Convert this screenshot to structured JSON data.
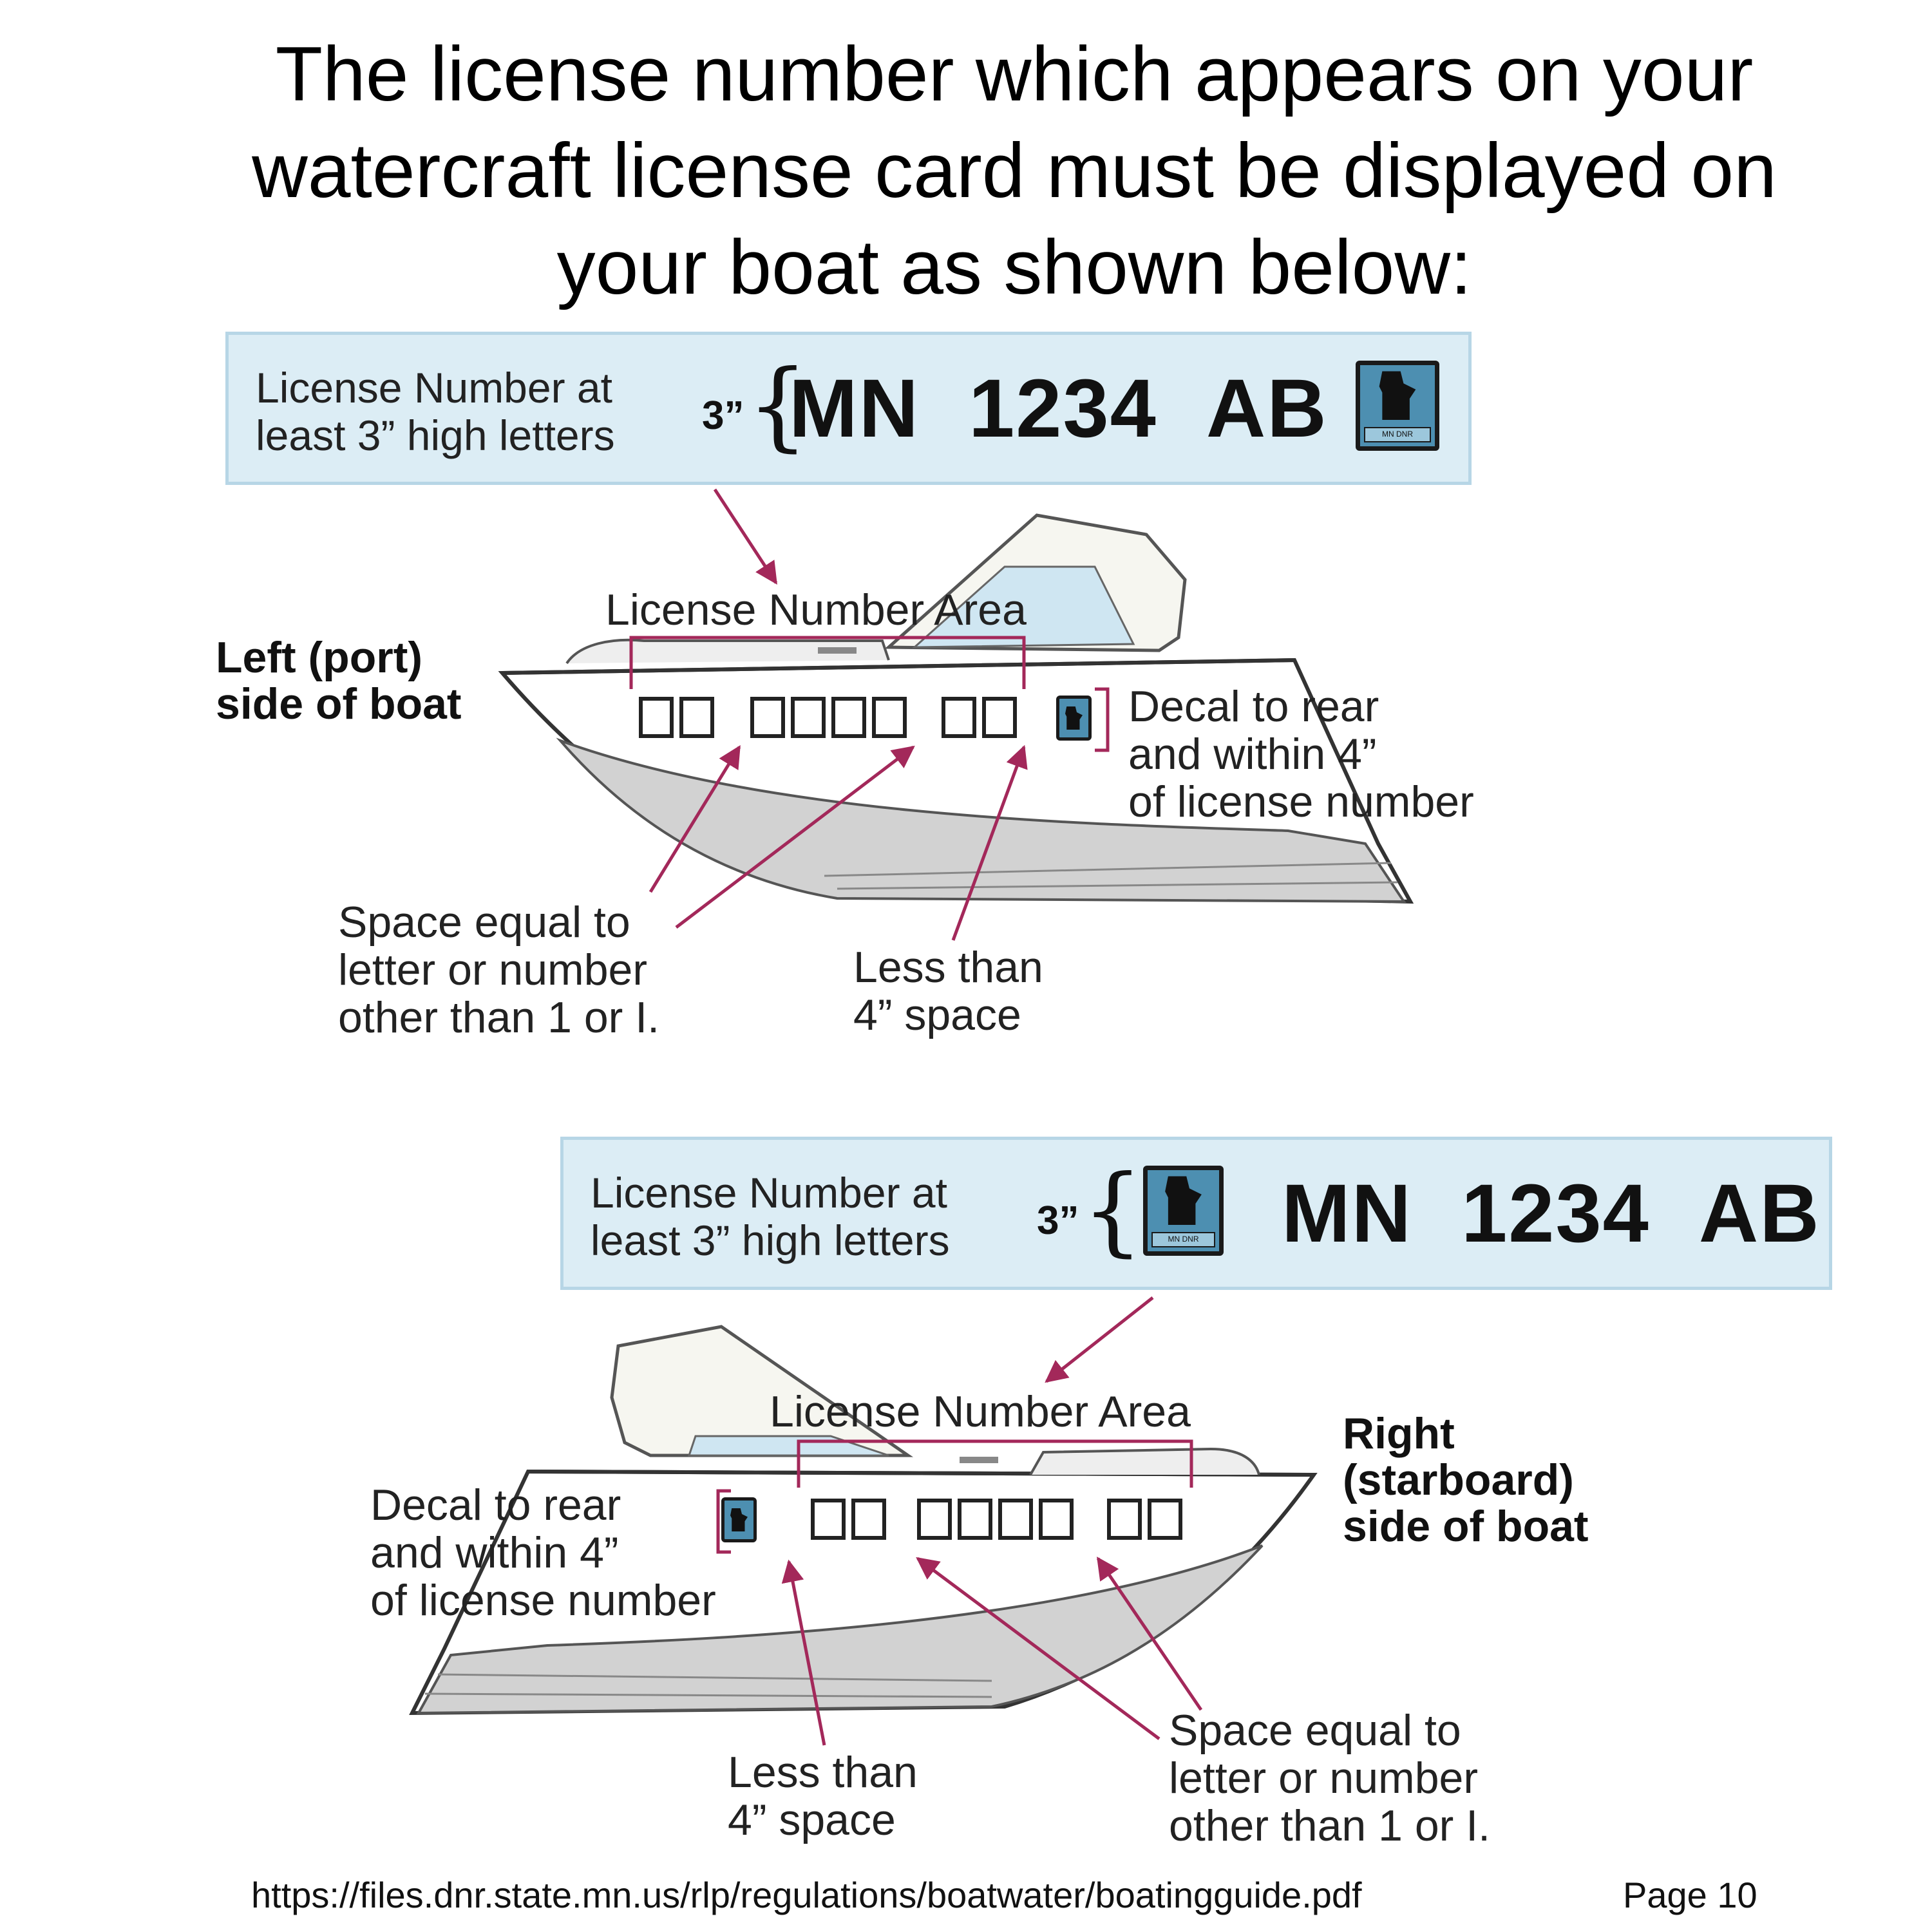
{
  "title": {
    "line1": "The license number which appears on your",
    "line2": "watercraft license card must be displayed on",
    "line3": "your boat as shown below:"
  },
  "port": {
    "plate": {
      "label_line1": "License Number at",
      "label_line2": "least 3” high letters",
      "size": "3”",
      "brace": "{",
      "number_parts": [
        "MN",
        "1234",
        "AB"
      ],
      "decal_caption": "MN DNR"
    },
    "area_label": "License Number Area",
    "side_label_line1": "Left (port)",
    "side_label_line2": "side of boat",
    "decal_note_line1": "Decal to rear",
    "decal_note_line2": "and within 4”",
    "decal_note_line3": "of license number",
    "space_note_line1": "Space equal to",
    "space_note_line2": "letter or number",
    "space_note_line3": "other than 1 or I.",
    "less_note_line1": "Less than",
    "less_note_line2": "4” space"
  },
  "starboard": {
    "plate": {
      "label_line1": "License Number at",
      "label_line2": "least 3” high letters",
      "size": "3”",
      "brace": "{",
      "number_parts": [
        "MN",
        "1234",
        "AB"
      ],
      "decal_caption": "MN DNR"
    },
    "area_label": "License Number Area",
    "side_label_line1": "Right",
    "side_label_line2": "(starboard)",
    "side_label_line3": "side of boat",
    "decal_note_line1": "Decal to rear",
    "decal_note_line2": "and within 4”",
    "decal_note_line3": "of license number",
    "space_note_line1": "Space equal to",
    "space_note_line2": "letter or number",
    "space_note_line3": "other than 1 or I.",
    "less_note_line1": "Less than",
    "less_note_line2": "4” space"
  },
  "footer": {
    "url": "https://files.dnr.state.mn.us/rlp/regulations/boatwater/boatingguide.pdf",
    "page": "Page 10"
  },
  "colors": {
    "arrow": "#a3285a",
    "plate_bg": "#dcedf5",
    "decal_blue": "#4d8fb1",
    "hull_gray": "#d2d2d2"
  }
}
